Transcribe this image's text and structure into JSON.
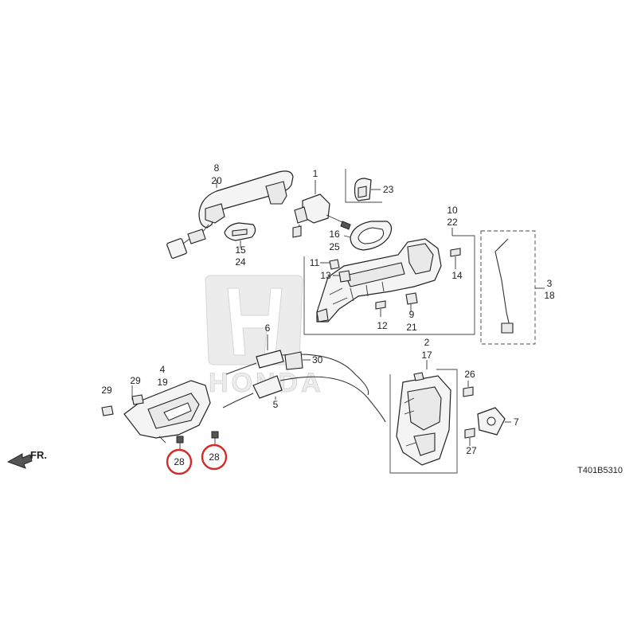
{
  "diagram": {
    "code": "T401B5310",
    "direction_label": "FR.",
    "callouts": [
      {
        "id": "c8",
        "text": "8"
      },
      {
        "id": "c20",
        "text": "20"
      },
      {
        "id": "c1",
        "text": "1"
      },
      {
        "id": "c23",
        "text": "23"
      },
      {
        "id": "c15",
        "text": "15"
      },
      {
        "id": "c24",
        "text": "24"
      },
      {
        "id": "c16",
        "text": "16"
      },
      {
        "id": "c25",
        "text": "25"
      },
      {
        "id": "c10",
        "text": "10"
      },
      {
        "id": "c22",
        "text": "22"
      },
      {
        "id": "c11",
        "text": "11"
      },
      {
        "id": "c13",
        "text": "13"
      },
      {
        "id": "c14",
        "text": "14"
      },
      {
        "id": "c12",
        "text": "12"
      },
      {
        "id": "c9",
        "text": "9"
      },
      {
        "id": "c21",
        "text": "21"
      },
      {
        "id": "c3",
        "text": "3"
      },
      {
        "id": "c18",
        "text": "18"
      },
      {
        "id": "c6",
        "text": "6"
      },
      {
        "id": "c30",
        "text": "30"
      },
      {
        "id": "c5",
        "text": "5"
      },
      {
        "id": "c2",
        "text": "2"
      },
      {
        "id": "c17",
        "text": "17"
      },
      {
        "id": "c26",
        "text": "26"
      },
      {
        "id": "c7",
        "text": "7"
      },
      {
        "id": "c27",
        "text": "27"
      },
      {
        "id": "c4",
        "text": "4"
      },
      {
        "id": "c19",
        "text": "19"
      },
      {
        "id": "c29a",
        "text": "29"
      },
      {
        "id": "c29b",
        "text": "29"
      },
      {
        "id": "c28a",
        "text": "28"
      },
      {
        "id": "c28b",
        "text": "28"
      }
    ],
    "highlight_color": "#d42a2a"
  }
}
